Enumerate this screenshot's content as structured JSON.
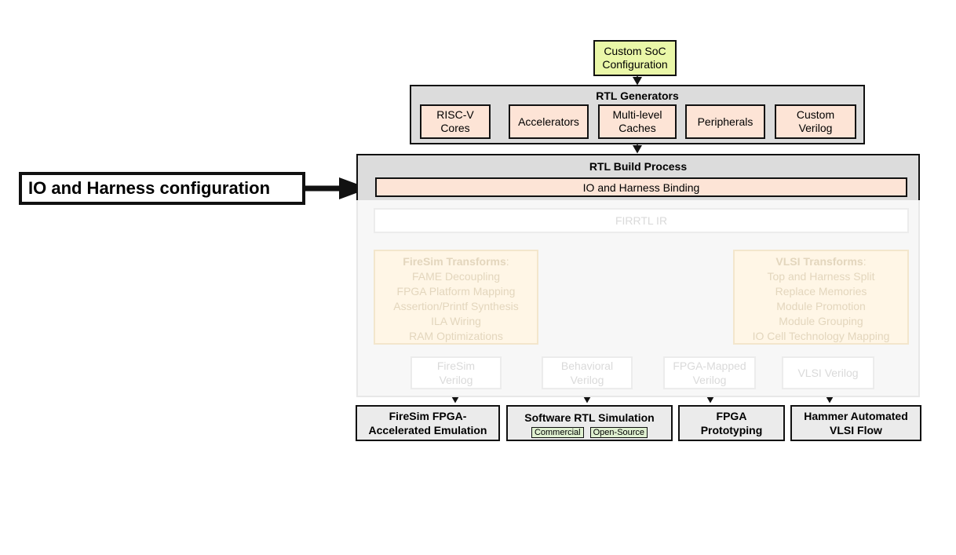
{
  "diagram": {
    "custom_soc": "Custom SoC\nConfiguration",
    "rtl_generators": {
      "title": "RTL Generators",
      "items": [
        "RISC-V\nCores",
        "Accelerators",
        "Multi-level\nCaches",
        "Peripherals",
        "Custom\nVerilog"
      ]
    },
    "rtl_build": {
      "title": "RTL Build Process",
      "io_harness_binding": "IO and Harness Binding",
      "firrtl": "FIRRTL IR",
      "firesim_transforms": {
        "title": "FireSim Transforms",
        "suffix": ":",
        "lines": [
          "FAME Decoupling",
          "FPGA Platform Mapping",
          "Assertion/Printf Synthesis",
          "ILA Wiring",
          "RAM Optimizations"
        ]
      },
      "vlsi_transforms": {
        "title": "VLSI Transforms",
        "suffix": ":",
        "lines": [
          "Top and Harness Split",
          "Replace Memories",
          "Module Promotion",
          "Module Grouping",
          "IO Cell Technology Mapping"
        ]
      },
      "verilog_outputs": [
        "FireSim\nVerilog",
        "Behavioral\nVerilog",
        "FPGA-Mapped\nVerilog",
        "VLSI Verilog"
      ]
    },
    "targets": {
      "firesim": "FireSim FPGA-\nAccelerated Emulation",
      "software_sim": "Software RTL Simulation",
      "software_tags": [
        "Commercial",
        "Open-Source"
      ],
      "fpga": "FPGA\nPrototyping",
      "hammer": "Hammer Automated\nVLSI Flow"
    },
    "callout": "IO and Harness configuration"
  },
  "colors": {
    "soc_fill": "#eaf7a8",
    "generator_fill": "#fde4d6",
    "container_fill": "#dcdcdc",
    "faded": "#f7f7f7",
    "tag_fill": "#dff0d0"
  }
}
